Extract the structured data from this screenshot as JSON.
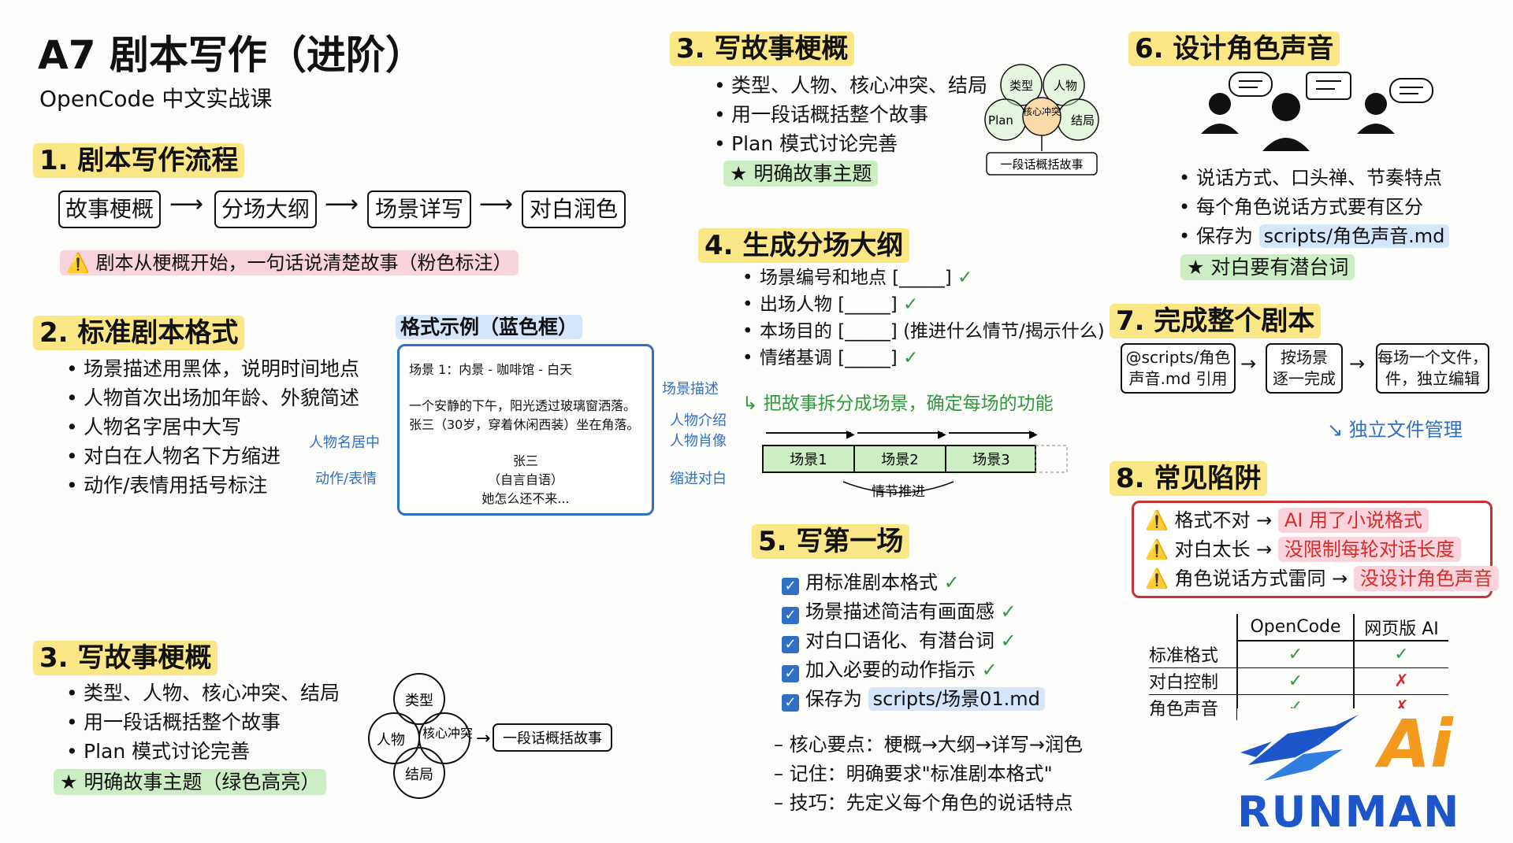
{
  "header": {
    "title": "A7 剧本写作（进阶）",
    "subtitle": "OpenCode 中文实战课"
  },
  "s1": {
    "title": "1. 剧本写作流程",
    "steps": [
      "故事梗概",
      "分场大纲",
      "场景详写",
      "对白润色"
    ],
    "note": "剧本从梗概开始，一句话说清楚故事（粉色标注）"
  },
  "s2": {
    "title": "2. 标准剧本格式",
    "items": [
      "场景描述用黑体，说明时间地点",
      "人物首次出场加年龄、外貌简述",
      "人物名字居中大写",
      "对白在人物名下方缩进",
      "动作/表情用括号标注"
    ],
    "example_title": "格式示例（蓝色框）",
    "example": {
      "scene": "场景 1：内景 - 咖啡馆 - 白天",
      "desc1": "一个安静的下午，阳光透过玻璃窗洒落。",
      "desc2": "张三（30岁，穿着休闲西装）坐在角落。",
      "name": "张三",
      "action": "（自言自语）",
      "line": "她怎么还不来..."
    },
    "left_labels": [
      "人物名居中",
      "动作/表情"
    ],
    "right_labels": [
      "场景描述",
      "人物介绍",
      "人物肖像",
      "缩进对白"
    ]
  },
  "s3a": {
    "title": "3. 写故事梗概",
    "items": [
      "类型、人物、核心冲突、结局",
      "用一段话概括整个故事",
      "Plan 模式讨论完善"
    ],
    "star": "★ 明确故事主题（绿色高亮）",
    "circles": [
      "类型",
      "人物",
      "核心冲突",
      "结局"
    ],
    "result": "一段话概括故事"
  },
  "s3b": {
    "title": "3. 写故事梗概",
    "items": [
      "类型、人物、核心冲突、结局",
      "用一段话概括整个故事",
      "Plan 模式讨论完善"
    ],
    "star": "★ 明确故事主题",
    "circles": [
      "类型",
      "人物",
      "Plan",
      "核心冲突",
      "结局"
    ],
    "result": "一段话概括故事"
  },
  "s4": {
    "title": "4. 生成分场大纲",
    "items": [
      "场景编号和地点 [_____]",
      "出场人物 [_____]",
      "本场目的 [_____] (推进什么情节/揭示什么)",
      "情绪基调 [_____]"
    ],
    "note": "把故事拆分成场景，确定每场的功能",
    "scenes": [
      "场景1",
      "场景2",
      "场景3"
    ],
    "plot": "情节推进"
  },
  "s5": {
    "title": "5. 写第一场",
    "checks": [
      "用标准剧本格式",
      "场景描述简洁有画面感",
      "对白口语化、有潜台词",
      "加入必要的动作指示",
      "保存为 "
    ],
    "save_path": "scripts/场景01.md",
    "tips": [
      "– 核心要点：梗概→大纲→详写→润色",
      "– 记住：明确要求\"标准剧本格式\"",
      "– 技巧：先定义每个角色的说话特点"
    ]
  },
  "s6": {
    "title": "6. 设计角色声音",
    "items": [
      "说话方式、口头禅、节奏特点",
      "每个角色说话方式要有区分",
      "保存为 "
    ],
    "save_path": "scripts/角色声音.md",
    "star": "★ 对白要有潜台词"
  },
  "s7": {
    "title": "7. 完成整个剧本",
    "steps": [
      "@scripts/角色\n声音.md 引用",
      "按场景\n逐一完成",
      "每场一个文件，\n件，独立编辑"
    ],
    "note": "独立文件管理"
  },
  "s8": {
    "title": "8. 常见陷阱",
    "traps": [
      {
        "a": "格式不对 →",
        "b": "AI 用了小说格式"
      },
      {
        "a": "对白太长 →",
        "b": "没限制每轮对话长度"
      },
      {
        "a": "角色说话方式雷同 →",
        "b": "没设计角色声音"
      }
    ],
    "table": {
      "cols": [
        "",
        "OpenCode",
        "网页版 AI"
      ],
      "rows": [
        {
          "label": "标准格式",
          "a": "✓",
          "b": "✓"
        },
        {
          "label": "对白控制",
          "a": "✓",
          "b": "✗"
        },
        {
          "label": "角色声音",
          "a": "✓",
          "b": "✗"
        }
      ]
    }
  },
  "logo": {
    "ai": "Ai",
    "name": "RUNMAN"
  },
  "colors": {
    "yellow": "#fbe786",
    "green": "#cdeec4",
    "pink": "#f9d4dc",
    "blue": "#2f6fc4",
    "red": "#d62b2b"
  }
}
